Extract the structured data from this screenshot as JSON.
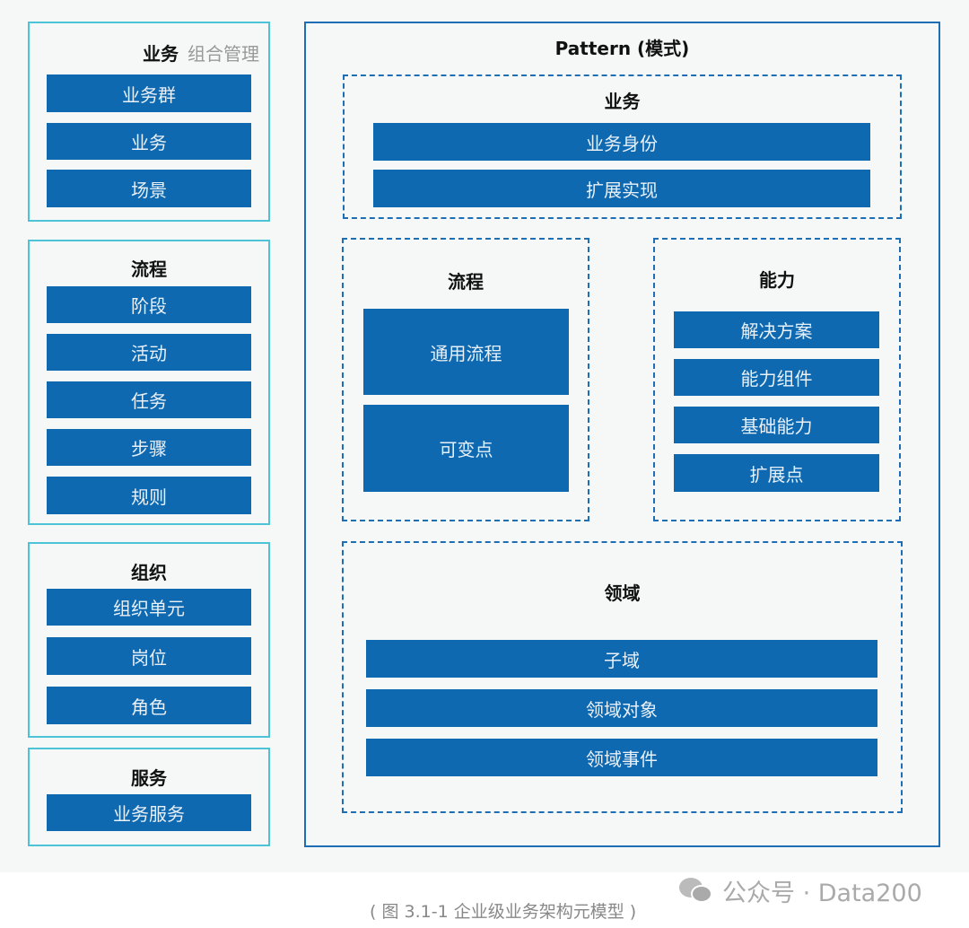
{
  "left": {
    "business": {
      "title": "业务",
      "subtitle": "组合管理",
      "items": [
        "业务群",
        "业务",
        "场景"
      ]
    },
    "process": {
      "title": "流程",
      "items": [
        "阶段",
        "活动",
        "任务",
        "步骤",
        "规则"
      ]
    },
    "org": {
      "title": "组织",
      "items": [
        "组织单元",
        "岗位",
        "角色"
      ]
    },
    "service": {
      "title": "服务",
      "items": [
        "业务服务"
      ]
    }
  },
  "pattern": {
    "title": "Pattern (模式)",
    "business": {
      "title": "业务",
      "items": [
        "业务身份",
        "扩展实现"
      ]
    },
    "process": {
      "title": "流程",
      "items": [
        "通用流程",
        "可变点"
      ]
    },
    "capability": {
      "title": "能力",
      "items": [
        "解决方案",
        "能力组件",
        "基础能力",
        "扩展点"
      ]
    },
    "domain": {
      "title": "领域",
      "items": [
        "子域",
        "领域对象",
        "领域事件"
      ]
    }
  },
  "caption": "( 图 3.1-1 企业级业务架构元模型 )",
  "watermark": "公众号 · Data200",
  "colors": {
    "box": "#0f69b0",
    "panel_border": "#4cc3d6",
    "pattern_border": "#1e6eb5"
  }
}
